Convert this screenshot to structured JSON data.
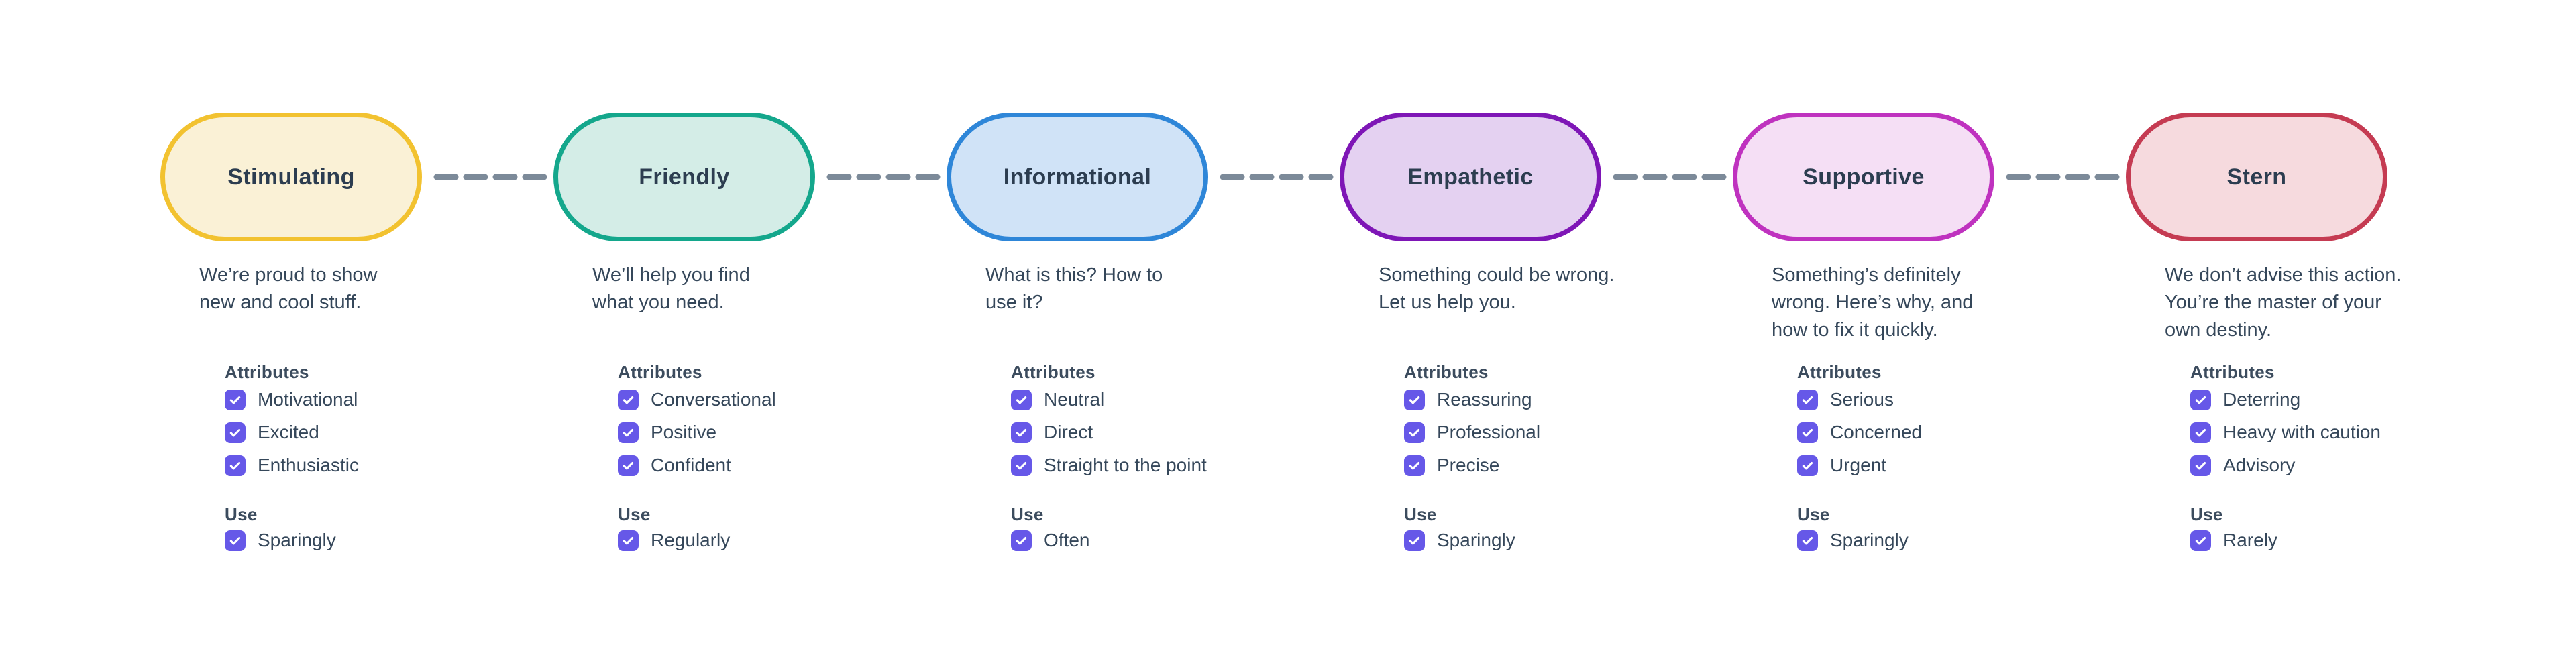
{
  "page": {
    "background": "#ffffff"
  },
  "connector": {
    "color": "#7c8a99"
  },
  "checkbox_color": "#6658e8",
  "text_colors": {
    "title": "#2c3d50",
    "body": "#35475a",
    "heading": "#3c4c5e"
  },
  "tones": [
    {
      "name": "Stimulating",
      "border_color": "#f2c230",
      "fill_color": "#faf1d6",
      "description": "We’re proud to show\nnew and cool stuff.",
      "attributes_label": "Attributes",
      "attributes": [
        "Motivational",
        "Excited",
        "Enthusiastic"
      ],
      "use_label": "Use",
      "use_value": "Sparingly"
    },
    {
      "name": "Friendly",
      "border_color": "#14a78c",
      "fill_color": "#d4ede7",
      "description": "We’ll help you find\nwhat you need.",
      "attributes_label": "Attributes",
      "attributes": [
        "Conversational",
        "Positive",
        "Confident"
      ],
      "use_label": "Use",
      "use_value": "Regularly"
    },
    {
      "name": "Informational",
      "border_color": "#2e86d8",
      "fill_color": "#d0e3f7",
      "description": "What is this? How to\nuse it?",
      "attributes_label": "Attributes",
      "attributes": [
        "Neutral",
        "Direct",
        "Straight to the point"
      ],
      "use_label": "Use",
      "use_value": "Often"
    },
    {
      "name": "Empathetic",
      "border_color": "#7e16b6",
      "fill_color": "#e4d1f1",
      "description": "Something could be wrong.\nLet us help you.",
      "attributes_label": "Attributes",
      "attributes": [
        "Reassuring",
        "Professional",
        "Precise"
      ],
      "use_label": "Use",
      "use_value": "Sparingly"
    },
    {
      "name": "Supportive",
      "border_color": "#bf32bf",
      "fill_color": "#f5dff5",
      "description": "Something’s definitely\nwrong. Here’s why, and\nhow to fix it quickly.",
      "attributes_label": "Attributes",
      "attributes": [
        "Serious",
        "Concerned",
        "Urgent"
      ],
      "use_label": "Use",
      "use_value": "Sparingly"
    },
    {
      "name": "Stern",
      "border_color": "#c53b52",
      "fill_color": "#f6dade",
      "description": "We don’t advise this action.\nYou’re the master of your\nown destiny.",
      "attributes_label": "Attributes",
      "attributes": [
        "Deterring",
        "Heavy with caution",
        "Advisory"
      ],
      "use_label": "Use",
      "use_value": "Rarely"
    }
  ]
}
